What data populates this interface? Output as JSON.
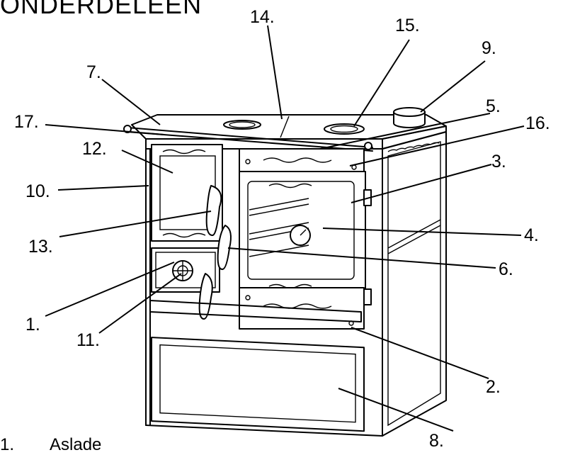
{
  "title": "ONDERDELEEN",
  "caption": {
    "number": "1.",
    "text": "Aslade"
  },
  "callouts": [
    {
      "id": "1",
      "label": "1."
    },
    {
      "id": "2",
      "label": "2."
    },
    {
      "id": "3",
      "label": "3."
    },
    {
      "id": "4",
      "label": "4."
    },
    {
      "id": "5",
      "label": "5."
    },
    {
      "id": "6",
      "label": "6."
    },
    {
      "id": "7",
      "label": "7."
    },
    {
      "id": "8",
      "label": "8."
    },
    {
      "id": "9",
      "label": "9."
    },
    {
      "id": "10",
      "label": "10."
    },
    {
      "id": "11",
      "label": "11."
    },
    {
      "id": "12",
      "label": "12."
    },
    {
      "id": "13",
      "label": "13."
    },
    {
      "id": "14",
      "label": "14."
    },
    {
      "id": "15",
      "label": "15."
    },
    {
      "id": "16",
      "label": "16."
    },
    {
      "id": "17",
      "label": "17."
    }
  ]
}
